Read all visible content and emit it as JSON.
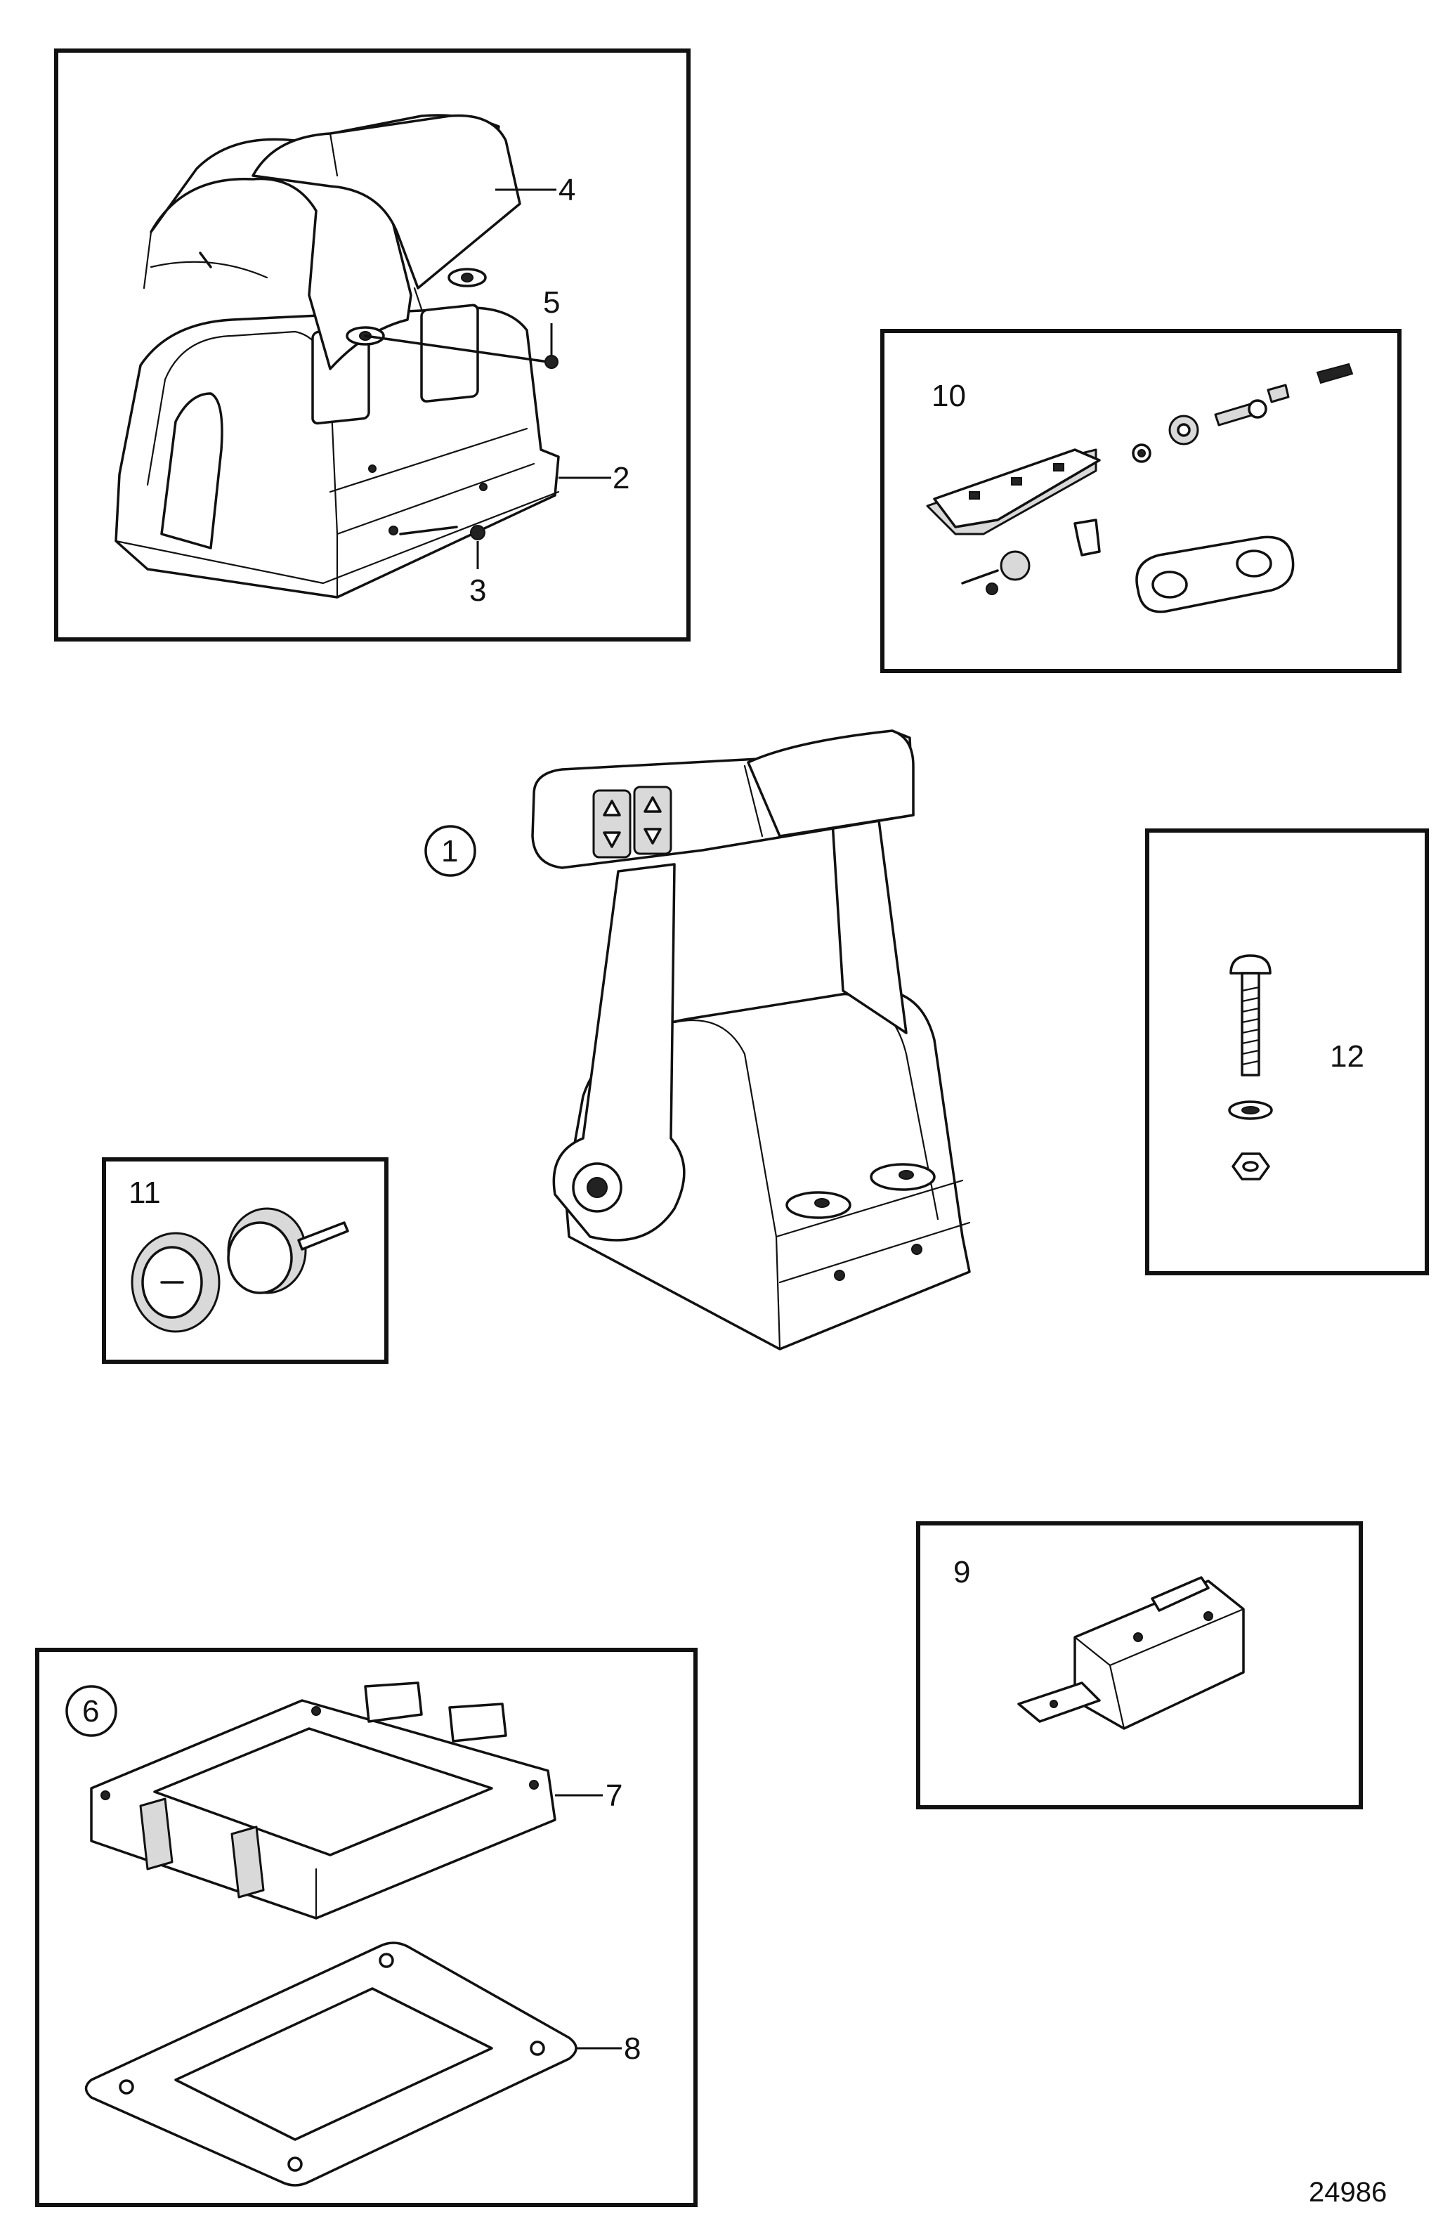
{
  "labels": {
    "item1": "1",
    "item2": "2",
    "item3": "3",
    "item4": "4",
    "item5": "5",
    "item6": "6",
    "item7": "7",
    "item8": "8",
    "item9": "9",
    "item10": "10",
    "item11": "11",
    "item12": "12"
  },
  "figure_number": "24986"
}
